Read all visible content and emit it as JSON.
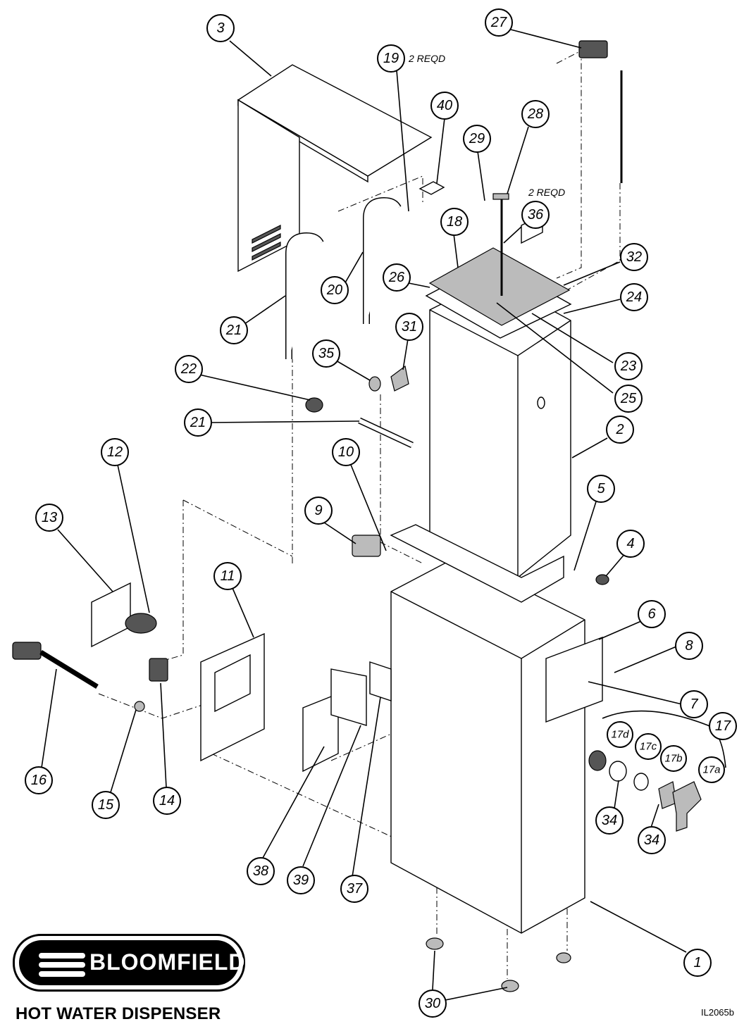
{
  "diagram": {
    "callouts": [
      "1",
      "2",
      "3",
      "4",
      "5",
      "6",
      "7",
      "8",
      "9",
      "10",
      "11",
      "12",
      "13",
      "14",
      "15",
      "16",
      "17",
      "17a",
      "17b",
      "17c",
      "17d",
      "18",
      "19",
      "20",
      "21",
      "21",
      "22",
      "23",
      "24",
      "25",
      "26",
      "27",
      "28",
      "29",
      "30",
      "31",
      "32",
      "34",
      "34",
      "35",
      "36",
      "37",
      "38",
      "39",
      "40"
    ],
    "notes": [
      "2 REQD",
      "2 REQD"
    ]
  },
  "logo": {
    "text": "BLOOMFIELD."
  },
  "title": "HOT WATER DISPENSER",
  "drawing_id": "IL2065b"
}
